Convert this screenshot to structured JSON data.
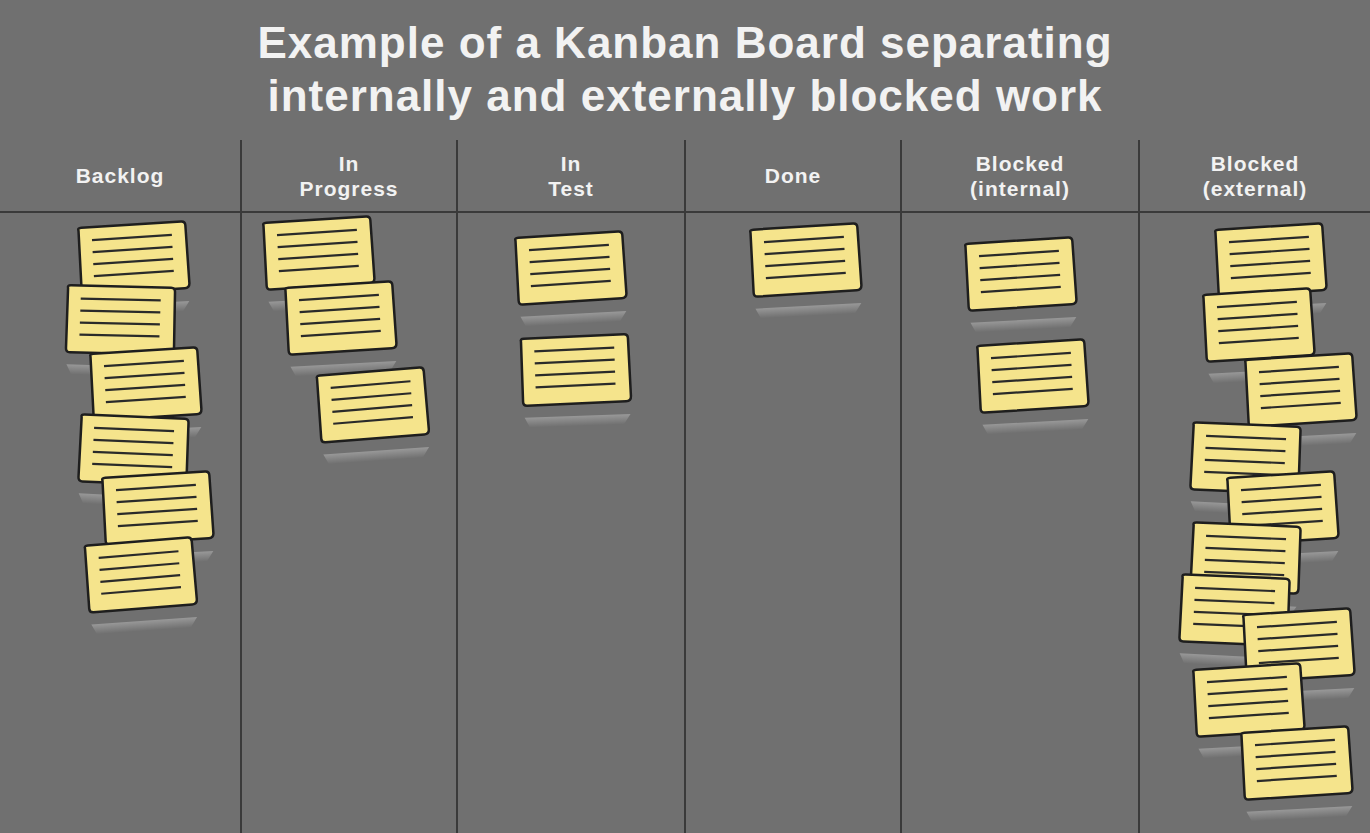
{
  "diagram": {
    "title": "Example of a Kanban Board separating internally and externally blocked work",
    "nodes": [
      {
        "text": [
          "Backlog"
        ]
      },
      {
        "text": [
          "In Progress"
        ]
      },
      {
        "text": [
          "In Test"
        ]
      },
      {
        "text": [
          "Done"
        ]
      },
      {
        "text": [
          "Blocked (internal)"
        ]
      },
      {
        "text": [
          "Blocked (external)"
        ]
      }
    ]
  }
}
